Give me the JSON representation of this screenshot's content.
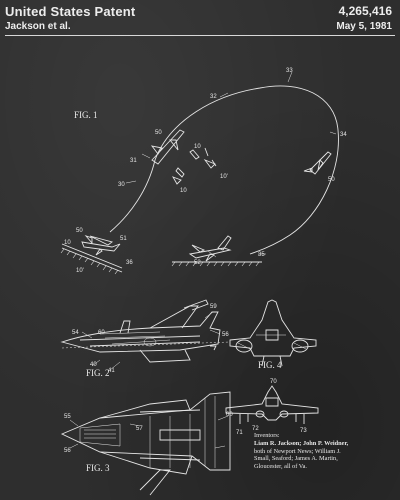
{
  "header": {
    "title": "United States Patent",
    "inventor_short": "Jackson et al.",
    "patent_number": "4,265,416",
    "date": "May 5, 1981"
  },
  "figures": {
    "fig1": "FIG. 1",
    "fig2": "FIG. 2",
    "fig3": "FIG. 3",
    "fig4": "FIG. 4"
  },
  "refs": {
    "r10": "10",
    "r10p": "10'",
    "r10a": "10",
    "r10pb": "10'",
    "r30": "30",
    "r31": "31",
    "r32": "32",
    "r33": "33",
    "r34": "34",
    "r35": "35",
    "r36": "36",
    "r50a": "50",
    "r50b": "50",
    "r50c": "50",
    "r51": "51",
    "r52": "52",
    "f2_59": "59",
    "f2_60": "60",
    "f2_54": "54",
    "f2_56": "56",
    "f2_40": "40",
    "f2_41": "41",
    "f3_55": "55",
    "f3_56": "56",
    "f3_57": "57",
    "f3_60": "60",
    "f4_70": "70",
    "f4_71": "71",
    "f4_72": "72",
    "f4_73": "73"
  },
  "inventors": {
    "heading": "Inventors:",
    "line1": "Liam R. Jackson; John P. Weidner,",
    "line2": "both of Newport News; William J.",
    "line3": "Small, Seaford; James A. Martin,",
    "line4": "Gloucester, all of Va."
  }
}
